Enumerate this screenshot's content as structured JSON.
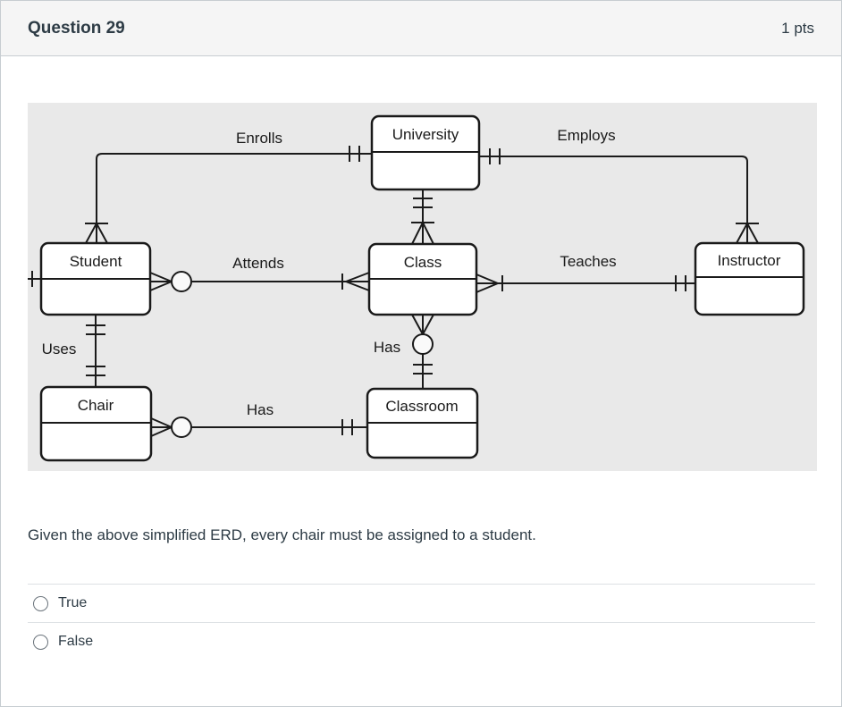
{
  "header": {
    "title": "Question 29",
    "points": "1 pts"
  },
  "diagram": {
    "entities": [
      {
        "name": "University"
      },
      {
        "name": "Student"
      },
      {
        "name": "Class"
      },
      {
        "name": "Instructor"
      },
      {
        "name": "Chair"
      },
      {
        "name": "Classroom"
      }
    ],
    "relationships": [
      {
        "label": "Enrolls",
        "from": "Student",
        "to": "University",
        "from_cardinality": "one-or-many",
        "to_cardinality": "one-and-only-one"
      },
      {
        "label": "Employs",
        "from": "University",
        "to": "Instructor",
        "from_cardinality": "one-and-only-one",
        "to_cardinality": "one-or-many"
      },
      {
        "label": "Attends",
        "from": "Student",
        "to": "Class",
        "from_cardinality": "zero-or-many",
        "to_cardinality": "one-or-many"
      },
      {
        "label": "Teaches",
        "from": "Class",
        "to": "Instructor",
        "from_cardinality": "one-or-many",
        "to_cardinality": "one-and-only-one"
      },
      {
        "label": "Uses",
        "from": "Student",
        "to": "Chair",
        "from_cardinality": "one-and-only-one",
        "to_cardinality": "one-and-only-one"
      },
      {
        "label": "Has",
        "from": "Class",
        "to": "Classroom",
        "from_cardinality": "zero-or-many",
        "to_cardinality": "one-and-only-one"
      },
      {
        "label": "Has",
        "from": "Chair",
        "to": "Classroom",
        "from_cardinality": "zero-or-many",
        "to_cardinality": "one-and-only-one"
      },
      {
        "label": "",
        "from": "University",
        "to": "Class",
        "from_cardinality": "one-and-only-one",
        "to_cardinality": "one-or-many"
      }
    ]
  },
  "question": {
    "text": "Given the above simplified ERD, every chair must be assigned to a student."
  },
  "options": [
    {
      "label": "True",
      "selected": false
    },
    {
      "label": "False",
      "selected": false
    }
  ],
  "colors": {
    "header_bg": "#f5f5f5",
    "card_border": "#c7cdd1",
    "text": "#2d3b45",
    "diagram_bg": "#e9e9e9",
    "diagram_stroke": "#1a1a1a"
  }
}
